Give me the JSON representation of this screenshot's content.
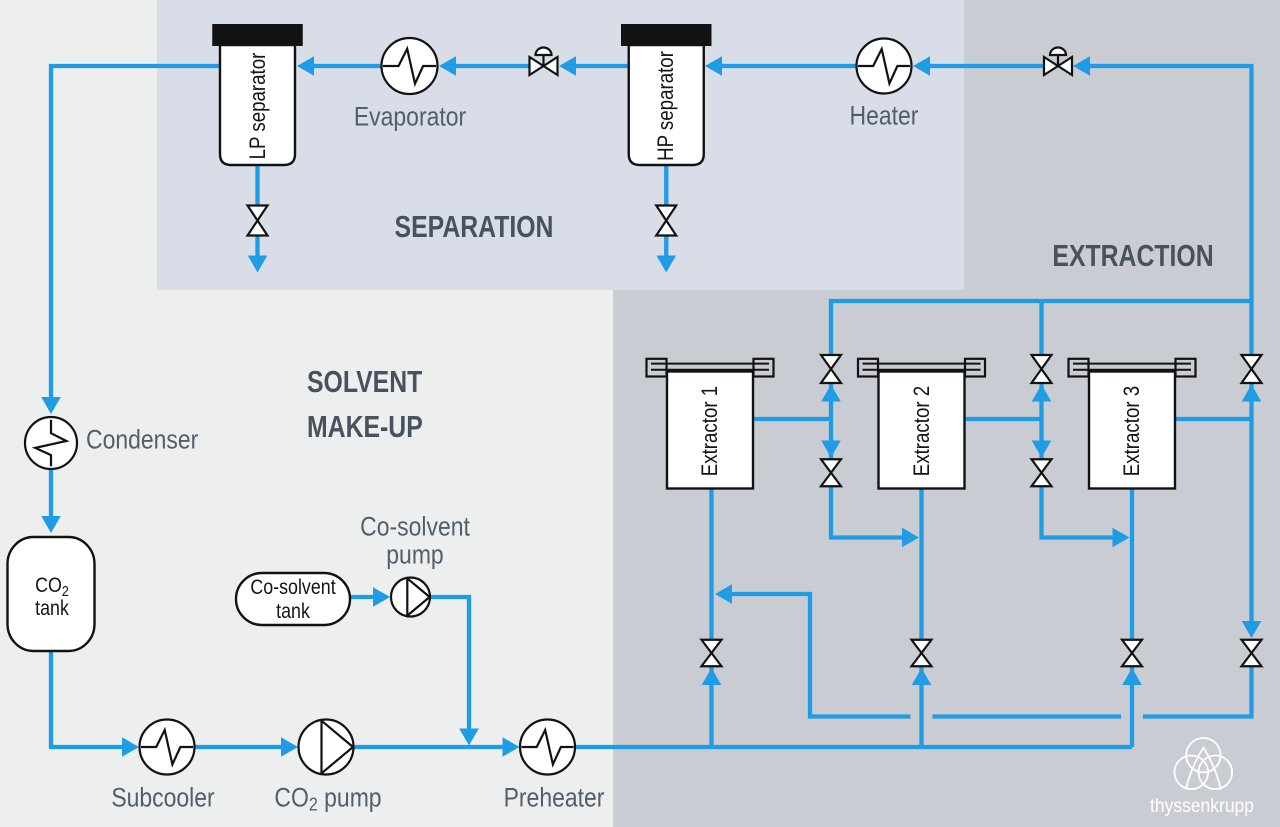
{
  "colors": {
    "base-bg": "#edefef",
    "separation-bg": "#d8dde7",
    "extraction-bg": "#c9cdd3",
    "pipe": "#1e9ce5",
    "outline": "#121212",
    "label": "#535e6b",
    "section-label": "#48525f",
    "vessel-text": "#151515",
    "brand": "#ffffff"
  },
  "sections": {
    "separation": "SEPARATION",
    "extraction": "EXTRACTION",
    "solvent_makeup_line1": "SOLVENT",
    "solvent_makeup_line2": "MAKE-UP"
  },
  "equipment": {
    "lp_separator": "LP separator",
    "hp_separator": "HP separator",
    "evaporator": "Evaporator",
    "heater": "Heater",
    "condenser": "Condenser",
    "subcooler": "Subcooler",
    "co2_pump_main": "CO",
    "co2_pump_sub": "2",
    "co2_pump_rest": " pump",
    "preheater": "Preheater",
    "co2_tank_main": "CO",
    "co2_tank_sub": "2",
    "co2_tank_line2": "tank",
    "cosolvent_tank_line1": "Co-solvent",
    "cosolvent_tank_line2": "tank",
    "cosolvent_pump_line1": "Co-solvent",
    "cosolvent_pump_line2": "pump",
    "extractor1": "Extractor 1",
    "extractor2": "Extractor 2",
    "extractor3": "Extractor 3"
  },
  "brand": {
    "wordmark": "thyssenkrupp"
  }
}
